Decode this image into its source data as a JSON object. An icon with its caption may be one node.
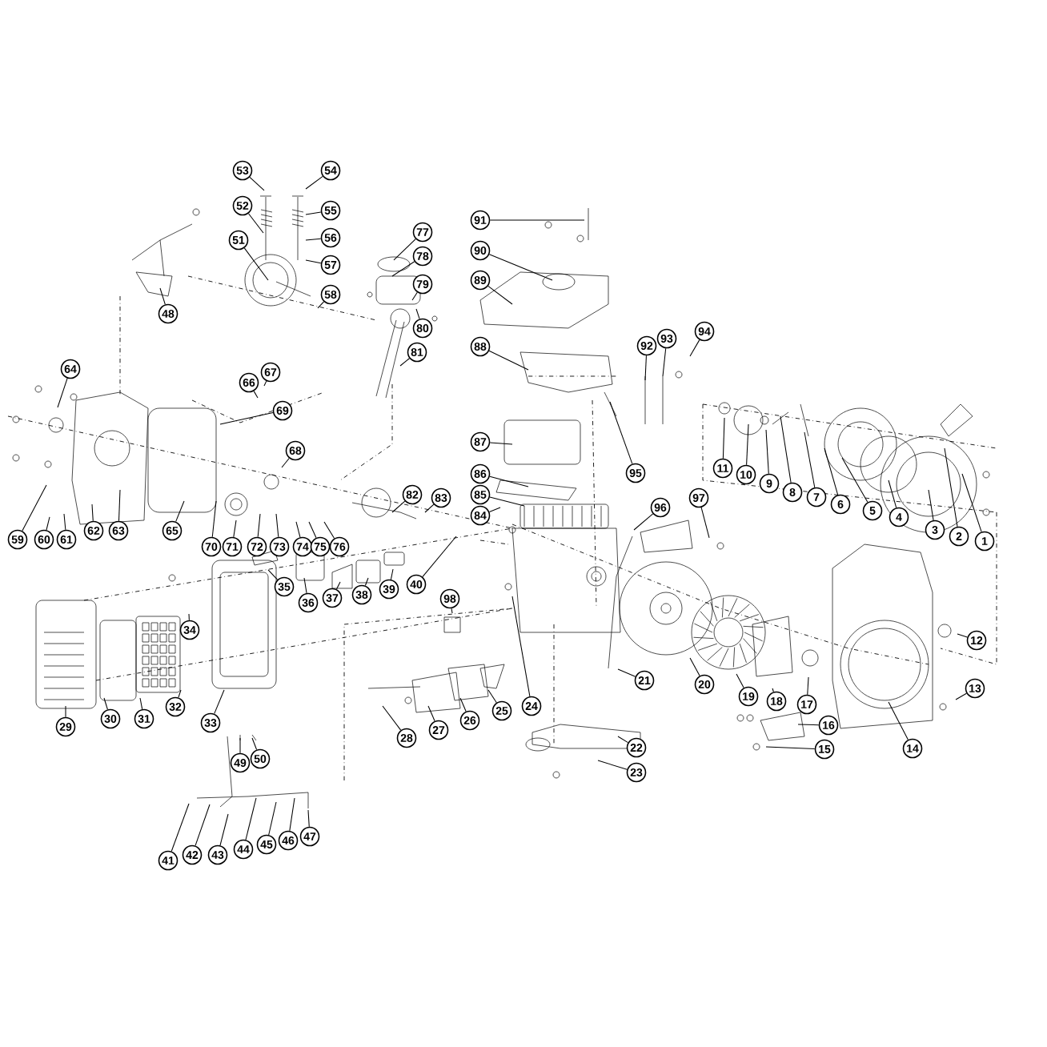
{
  "diagram": {
    "nodes": [
      {
        "text": [
          "53"
        ]
      },
      {
        "text": [
          "54"
        ]
      },
      {
        "text": [
          "52"
        ]
      },
      {
        "text": [
          "55"
        ]
      },
      {
        "text": [
          "91"
        ]
      },
      {
        "text": [
          "77"
        ]
      },
      {
        "text": [
          "56"
        ]
      },
      {
        "text": [
          "51"
        ]
      },
      {
        "text": [
          "90"
        ]
      },
      {
        "text": [
          "78"
        ]
      },
      {
        "text": [
          "57"
        ]
      },
      {
        "text": [
          "89"
        ]
      },
      {
        "text": [
          "79"
        ]
      },
      {
        "text": [
          "58"
        ]
      },
      {
        "text": [
          "48"
        ]
      },
      {
        "text": [
          "80"
        ]
      },
      {
        "text": [
          "94"
        ]
      },
      {
        "text": [
          "93"
        ]
      },
      {
        "text": [
          "92"
        ]
      },
      {
        "text": [
          "88"
        ]
      },
      {
        "text": [
          "81"
        ]
      },
      {
        "text": [
          "64"
        ]
      },
      {
        "text": [
          "67"
        ]
      },
      {
        "text": [
          "66"
        ]
      },
      {
        "text": [
          "69"
        ]
      },
      {
        "text": [
          "87"
        ]
      },
      {
        "text": [
          "68"
        ]
      },
      {
        "text": [
          "11"
        ]
      },
      {
        "text": [
          "10"
        ]
      },
      {
        "text": [
          "95"
        ]
      },
      {
        "text": [
          "9"
        ]
      },
      {
        "text": [
          "86"
        ]
      },
      {
        "text": [
          "8"
        ]
      },
      {
        "text": [
          "7"
        ]
      },
      {
        "text": [
          "82"
        ]
      },
      {
        "text": [
          "85"
        ]
      },
      {
        "text": [
          "83"
        ]
      },
      {
        "text": [
          "6"
        ]
      },
      {
        "text": [
          "96"
        ]
      },
      {
        "text": [
          "97"
        ]
      },
      {
        "text": [
          "5"
        ]
      },
      {
        "text": [
          "84"
        ]
      },
      {
        "text": [
          "4"
        ]
      },
      {
        "text": [
          "3"
        ]
      },
      {
        "text": [
          "2"
        ]
      },
      {
        "text": [
          "1"
        ]
      },
      {
        "text": [
          "62"
        ]
      },
      {
        "text": [
          "63"
        ]
      },
      {
        "text": [
          "65"
        ]
      },
      {
        "text": [
          "59"
        ]
      },
      {
        "text": [
          "60"
        ]
      },
      {
        "text": [
          "61"
        ]
      },
      {
        "text": [
          "70"
        ]
      },
      {
        "text": [
          "71"
        ]
      },
      {
        "text": [
          "72"
        ]
      },
      {
        "text": [
          "73"
        ]
      },
      {
        "text": [
          "74"
        ]
      },
      {
        "text": [
          "75"
        ]
      },
      {
        "text": [
          "76"
        ]
      },
      {
        "text": [
          "40"
        ]
      },
      {
        "text": [
          "35"
        ]
      },
      {
        "text": [
          "39"
        ]
      },
      {
        "text": [
          "38"
        ]
      },
      {
        "text": [
          "37"
        ]
      },
      {
        "text": [
          "36"
        ]
      },
      {
        "text": [
          "98"
        ]
      },
      {
        "text": [
          "34"
        ]
      },
      {
        "text": [
          "12"
        ]
      },
      {
        "text": [
          "21"
        ]
      },
      {
        "text": [
          "20"
        ]
      },
      {
        "text": [
          "13"
        ]
      },
      {
        "text": [
          "19"
        ]
      },
      {
        "text": [
          "18"
        ]
      },
      {
        "text": [
          "17"
        ]
      },
      {
        "text": [
          "24"
        ]
      },
      {
        "text": [
          "25"
        ]
      },
      {
        "text": [
          "32"
        ]
      },
      {
        "text": [
          "26"
        ]
      },
      {
        "text": [
          "30"
        ]
      },
      {
        "text": [
          "31"
        ]
      },
      {
        "text": [
          "33"
        ]
      },
      {
        "text": [
          "16"
        ]
      },
      {
        "text": [
          "29"
        ]
      },
      {
        "text": [
          "27"
        ]
      },
      {
        "text": [
          "28"
        ]
      },
      {
        "text": [
          "22"
        ]
      },
      {
        "text": [
          "15"
        ]
      },
      {
        "text": [
          "14"
        ]
      },
      {
        "text": [
          "50"
        ]
      },
      {
        "text": [
          "49"
        ]
      },
      {
        "text": [
          "23"
        ]
      },
      {
        "text": [
          "47"
        ]
      },
      {
        "text": [
          "46"
        ]
      },
      {
        "text": [
          "45"
        ]
      },
      {
        "text": [
          "44"
        ]
      },
      {
        "text": [
          "42"
        ]
      },
      {
        "text": [
          "43"
        ]
      },
      {
        "text": [
          "41"
        ]
      }
    ],
    "edges": [
      {
        "from": 0,
        "to": null,
        "arrow": "none"
      },
      {
        "from": 1,
        "to": null,
        "arrow": "none"
      },
      {
        "from": 2,
        "to": null,
        "arrow": "none"
      },
      {
        "from": 3,
        "to": null,
        "arrow": "none"
      },
      {
        "from": 4,
        "to": null,
        "arrow": "none"
      },
      {
        "from": 5,
        "to": null,
        "arrow": "none"
      },
      {
        "from": 6,
        "to": null,
        "arrow": "none"
      },
      {
        "from": 7,
        "to": null,
        "arrow": "none"
      },
      {
        "from": 8,
        "to": null,
        "arrow": "none"
      },
      {
        "from": 9,
        "to": null,
        "arrow": "none"
      },
      {
        "from": 10,
        "to": null,
        "arrow": "none"
      },
      {
        "from": 11,
        "to": null,
        "arrow": "none"
      },
      {
        "from": 12,
        "to": null,
        "arrow": "none"
      },
      {
        "from": 13,
        "to": null,
        "arrow": "none"
      },
      {
        "from": 14,
        "to": null,
        "arrow": "none"
      },
      {
        "from": 15,
        "to": null,
        "arrow": "none"
      },
      {
        "from": 16,
        "to": null,
        "arrow": "none"
      },
      {
        "from": 17,
        "to": null,
        "arrow": "none"
      },
      {
        "from": 18,
        "to": null,
        "arrow": "none"
      },
      {
        "from": 19,
        "to": null,
        "arrow": "none"
      },
      {
        "from": 20,
        "to": null,
        "arrow": "none"
      },
      {
        "from": 21,
        "to": null,
        "arrow": "none"
      },
      {
        "from": 22,
        "to": null,
        "arrow": "none"
      },
      {
        "from": 23,
        "to": null,
        "arrow": "none"
      },
      {
        "from": 24,
        "to": null,
        "arrow": "none"
      },
      {
        "from": 25,
        "to": null,
        "arrow": "none"
      },
      {
        "from": 26,
        "to": null,
        "arrow": "none"
      },
      {
        "from": 27,
        "to": null,
        "arrow": "none"
      },
      {
        "from": 28,
        "to": null,
        "arrow": "none"
      },
      {
        "from": 29,
        "to": null,
        "arrow": "none"
      },
      {
        "from": 30,
        "to": null,
        "arrow": "none"
      },
      {
        "from": 31,
        "to": null,
        "arrow": "none"
      },
      {
        "from": 32,
        "to": null,
        "arrow": "none"
      },
      {
        "from": 33,
        "to": null,
        "arrow": "none"
      },
      {
        "from": 34,
        "to": null,
        "arrow": "none"
      },
      {
        "from": 35,
        "to": null,
        "arrow": "none"
      },
      {
        "from": 36,
        "to": null,
        "arrow": "none"
      },
      {
        "from": 37,
        "to": null,
        "arrow": "none"
      },
      {
        "from": 38,
        "to": null,
        "arrow": "none"
      },
      {
        "from": 39,
        "to": null,
        "arrow": "none"
      },
      {
        "from": 40,
        "to": null,
        "arrow": "none"
      },
      {
        "from": 41,
        "to": null,
        "arrow": "none"
      },
      {
        "from": 42,
        "to": null,
        "arrow": "none"
      },
      {
        "from": 43,
        "to": null,
        "arrow": "none"
      },
      {
        "from": 44,
        "to": null,
        "arrow": "none"
      },
      {
        "from": 45,
        "to": null,
        "arrow": "none"
      },
      {
        "from": 46,
        "to": null,
        "arrow": "none"
      },
      {
        "from": 47,
        "to": null,
        "arrow": "none"
      },
      {
        "from": 48,
        "to": null,
        "arrow": "none"
      },
      {
        "from": 49,
        "to": null,
        "arrow": "none"
      },
      {
        "from": 50,
        "to": null,
        "arrow": "none"
      },
      {
        "from": 51,
        "to": null,
        "arrow": "none"
      },
      {
        "from": 52,
        "to": null,
        "arrow": "none"
      },
      {
        "from": 53,
        "to": null,
        "arrow": "none"
      },
      {
        "from": 54,
        "to": null,
        "arrow": "none"
      },
      {
        "from": 55,
        "to": null,
        "arrow": "none"
      },
      {
        "from": 56,
        "to": null,
        "arrow": "none"
      },
      {
        "from": 57,
        "to": null,
        "arrow": "none"
      },
      {
        "from": 58,
        "to": null,
        "arrow": "none"
      },
      {
        "from": 59,
        "to": null,
        "arrow": "none"
      },
      {
        "from": 60,
        "to": null,
        "arrow": "none"
      },
      {
        "from": 61,
        "to": null,
        "arrow": "none"
      },
      {
        "from": 62,
        "to": null,
        "arrow": "none"
      },
      {
        "from": 63,
        "to": null,
        "arrow": "none"
      },
      {
        "from": 64,
        "to": null,
        "arrow": "none"
      },
      {
        "from": 65,
        "to": null,
        "arrow": "none"
      },
      {
        "from": 66,
        "to": null,
        "arrow": "none"
      },
      {
        "from": 67,
        "to": null,
        "arrow": "none"
      },
      {
        "from": 68,
        "to": null,
        "arrow": "none"
      },
      {
        "from": 69,
        "to": null,
        "arrow": "none"
      },
      {
        "from": 70,
        "to": null,
        "arrow": "none"
      },
      {
        "from": 71,
        "to": null,
        "arrow": "none"
      },
      {
        "from": 72,
        "to": null,
        "arrow": "none"
      },
      {
        "from": 73,
        "to": null,
        "arrow": "none"
      },
      {
        "from": 74,
        "to": null,
        "arrow": "none"
      },
      {
        "from": 75,
        "to": null,
        "arrow": "none"
      },
      {
        "from": 76,
        "to": null,
        "arrow": "none"
      },
      {
        "from": 77,
        "to": null,
        "arrow": "none"
      },
      {
        "from": 78,
        "to": null,
        "arrow": "none"
      },
      {
        "from": 79,
        "to": null,
        "arrow": "none"
      },
      {
        "from": 80,
        "to": null,
        "arrow": "none"
      },
      {
        "from": 81,
        "to": null,
        "arrow": "none"
      },
      {
        "from": 82,
        "to": null,
        "arrow": "none"
      },
      {
        "from": 83,
        "to": null,
        "arrow": "none"
      },
      {
        "from": 84,
        "to": null,
        "arrow": "none"
      },
      {
        "from": 85,
        "to": null,
        "arrow": "none"
      },
      {
        "from": 86,
        "to": null,
        "arrow": "none"
      },
      {
        "from": 87,
        "to": null,
        "arrow": "none"
      },
      {
        "from": 88,
        "to": null,
        "arrow": "none"
      },
      {
        "from": 89,
        "to": null,
        "arrow": "none"
      },
      {
        "from": 90,
        "to": null,
        "arrow": "none"
      },
      {
        "from": 91,
        "to": null,
        "arrow": "none"
      },
      {
        "from": 92,
        "to": null,
        "arrow": "none"
      },
      {
        "from": 93,
        "to": null,
        "arrow": "none"
      },
      {
        "from": 94,
        "to": null,
        "arrow": "none"
      },
      {
        "from": 95,
        "to": null,
        "arrow": "none"
      },
      {
        "from": 96,
        "to": null,
        "arrow": "none"
      },
      {
        "from": 97,
        "to": null,
        "arrow": "none"
      }
    ]
  }
}
